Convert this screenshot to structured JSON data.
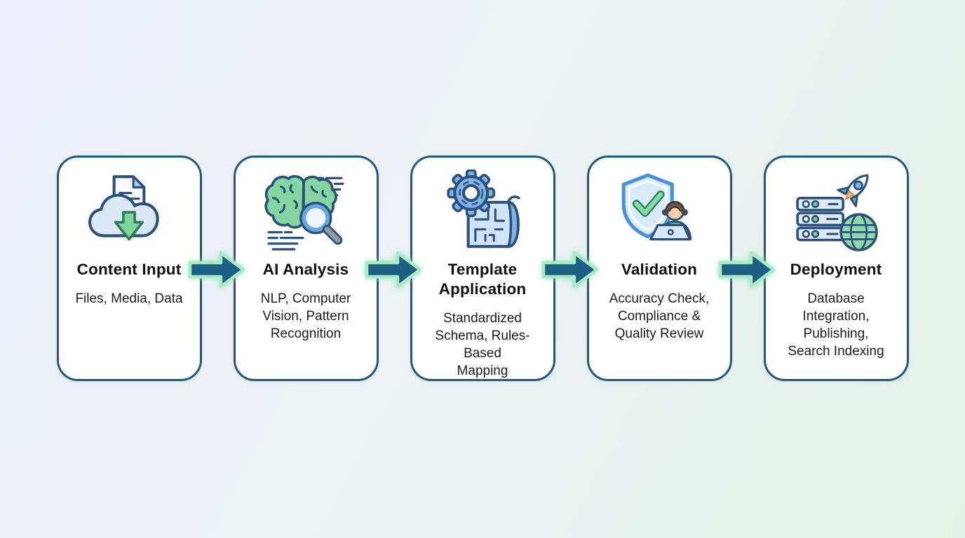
{
  "steps": [
    {
      "title_lines": [
        "Content Input"
      ],
      "subtitle_lines": [
        "Files, Media, Data"
      ],
      "icon": "cloud-download-document-icon"
    },
    {
      "title_lines": [
        "AI Analysis"
      ],
      "subtitle_lines": [
        "NLP, Computer",
        "Vision, Pattern",
        "Recognition"
      ],
      "icon": "brain-magnifier-icon"
    },
    {
      "title_lines": [
        "Template",
        "Application"
      ],
      "subtitle_lines": [
        "Standardized",
        "Schema, Rules-",
        "Based",
        "Mapping"
      ],
      "icon": "gear-blueprint-icon"
    },
    {
      "title_lines": [
        "Validation"
      ],
      "subtitle_lines": [
        "Accuracy Check,",
        "Compliance &",
        "Quality Review"
      ],
      "icon": "shield-check-reviewer-icon"
    },
    {
      "title_lines": [
        "Deployment"
      ],
      "subtitle_lines": [
        "Database",
        "Integration,",
        "Publishing,",
        "Search Indexing"
      ],
      "icon": "server-rocket-globe-icon"
    }
  ],
  "arrow": {
    "direction": "right",
    "count": 4
  },
  "colors": {
    "bg_start": "#edf0fa",
    "bg_end": "#e3f2e8",
    "card_border": "#1e5b7d",
    "arrow_fill": "#1d6084",
    "arrow_glow": "#a8ecc6",
    "icon_outline": "#2b507b",
    "icon_green": "#84d6a0",
    "icon_blue": "#7fb3e8"
  }
}
